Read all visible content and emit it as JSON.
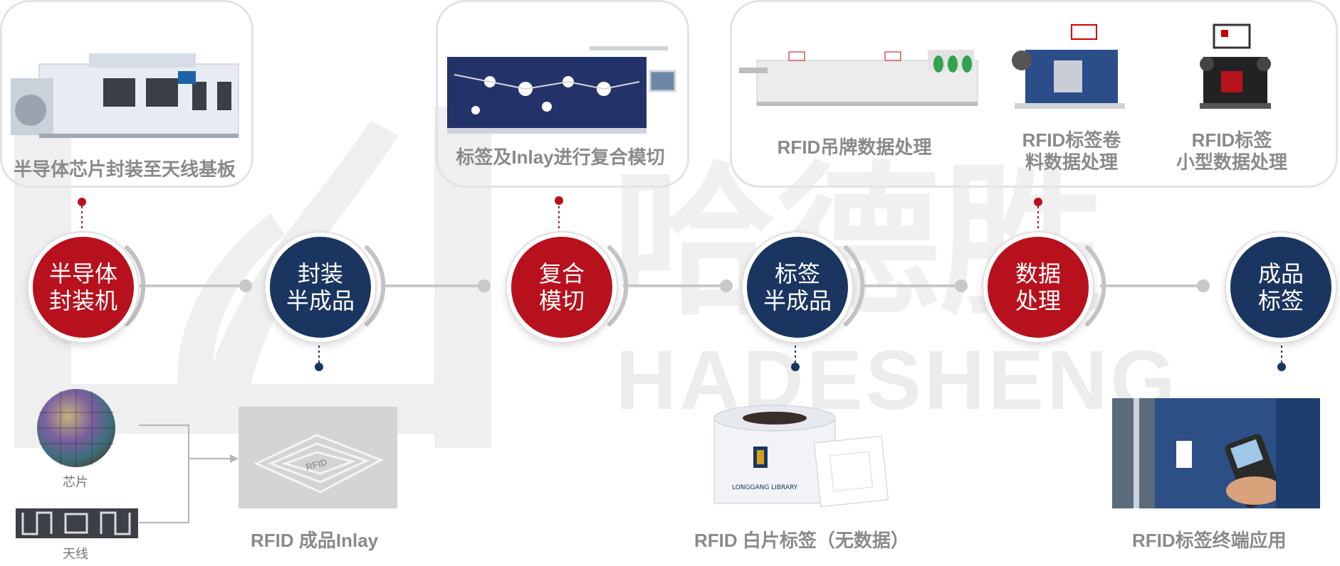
{
  "watermark": {
    "name": "HADESHENG",
    "chinese": "哈德胜"
  },
  "colors": {
    "red": "#b8111e",
    "navy": "#1a3560",
    "line": "#c8c8c8",
    "label": "#8a8a8a"
  },
  "top_panels": [
    {
      "id": "p1",
      "label": "半导体芯片封装至天线基板"
    },
    {
      "id": "p2",
      "label": "标签及Inlay进行复合模切"
    },
    {
      "id": "p3",
      "items": [
        "RFID吊牌数据处理",
        "RFID标签卷\n料数据处理",
        "RFID标签\n小型数据处理"
      ]
    }
  ],
  "nodes": [
    {
      "id": "n1",
      "label": "半导体\n封装机",
      "color": "red"
    },
    {
      "id": "n2",
      "label": "封装\n半成品",
      "color": "navy"
    },
    {
      "id": "n3",
      "label": "复合\n模切",
      "color": "red"
    },
    {
      "id": "n4",
      "label": "标签\n半成品",
      "color": "navy"
    },
    {
      "id": "n5",
      "label": "数据\n处理",
      "color": "red"
    },
    {
      "id": "n6",
      "label": "成品\n标签",
      "color": "navy"
    }
  ],
  "bottom": {
    "chip_label": "芯片",
    "antenna_label": "天线",
    "inlay_label": "RFID 成品Inlay",
    "blank_label": "RFID 白片标签（无数据）",
    "app_label": "RFID标签终端应用",
    "inlay_image_text": "RFID",
    "roll_brand": "LONGGANG LIBRARY"
  }
}
